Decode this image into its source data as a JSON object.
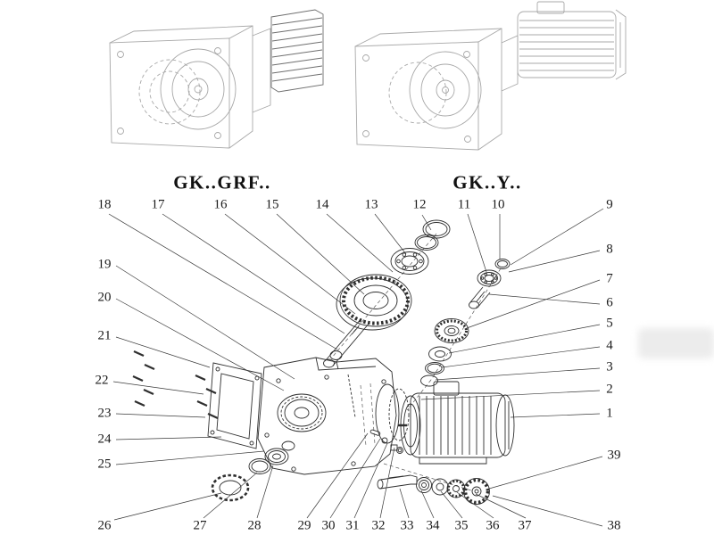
{
  "captions": {
    "left_model": "GK..GRF..",
    "right_model": "GK..Y.."
  },
  "callouts": {
    "c1": "1",
    "c2": "2",
    "c3": "3",
    "c4": "4",
    "c5": "5",
    "c6": "6",
    "c7": "7",
    "c8": "8",
    "c9": "9",
    "c10": "10",
    "c11": "11",
    "c12": "12",
    "c13": "13",
    "c14": "14",
    "c15": "15",
    "c16": "16",
    "c17": "17",
    "c18": "18",
    "c19": "19",
    "c20": "20",
    "c21": "21",
    "c22": "22",
    "c23": "23",
    "c24": "24",
    "c25": "25",
    "c26": "26",
    "c27": "27",
    "c28": "28",
    "c29": "29",
    "c30": "30",
    "c31": "31",
    "c32": "32",
    "c33": "33",
    "c34": "34",
    "c35": "35",
    "c36": "36",
    "c37": "37",
    "c38": "38",
    "c39": "39"
  }
}
